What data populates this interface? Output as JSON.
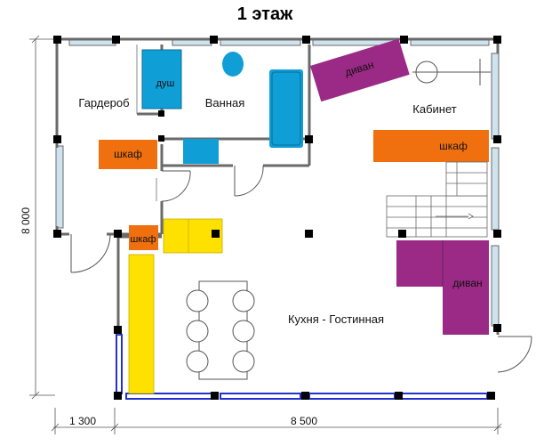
{
  "title": "1 этаж",
  "rooms": {
    "garderob": "Гардероб",
    "vannaya": "Ванная",
    "kabinet": "Кабинет",
    "kuhnya": "Кухня - Гостинная"
  },
  "furniture": {
    "dush": "душ",
    "divan_top": "диван",
    "shkaf_right": "шкаф",
    "shkaf_left": "шкаф",
    "shkaf_small": "шкаф",
    "divan_right": "диван"
  },
  "dimensions": {
    "height": "8 000",
    "left": "1 300",
    "main": "8 500"
  },
  "colors": {
    "wall": "#6a6a6a",
    "window": "#cfe3ee",
    "window_blue": "#2233cc",
    "pillar": "#000000",
    "shower": "#0f9fd6",
    "sofa": "#9a2a85",
    "wardrobe": "#f07010",
    "yellow": "#ffe100",
    "tile": "#f5f5f5"
  }
}
